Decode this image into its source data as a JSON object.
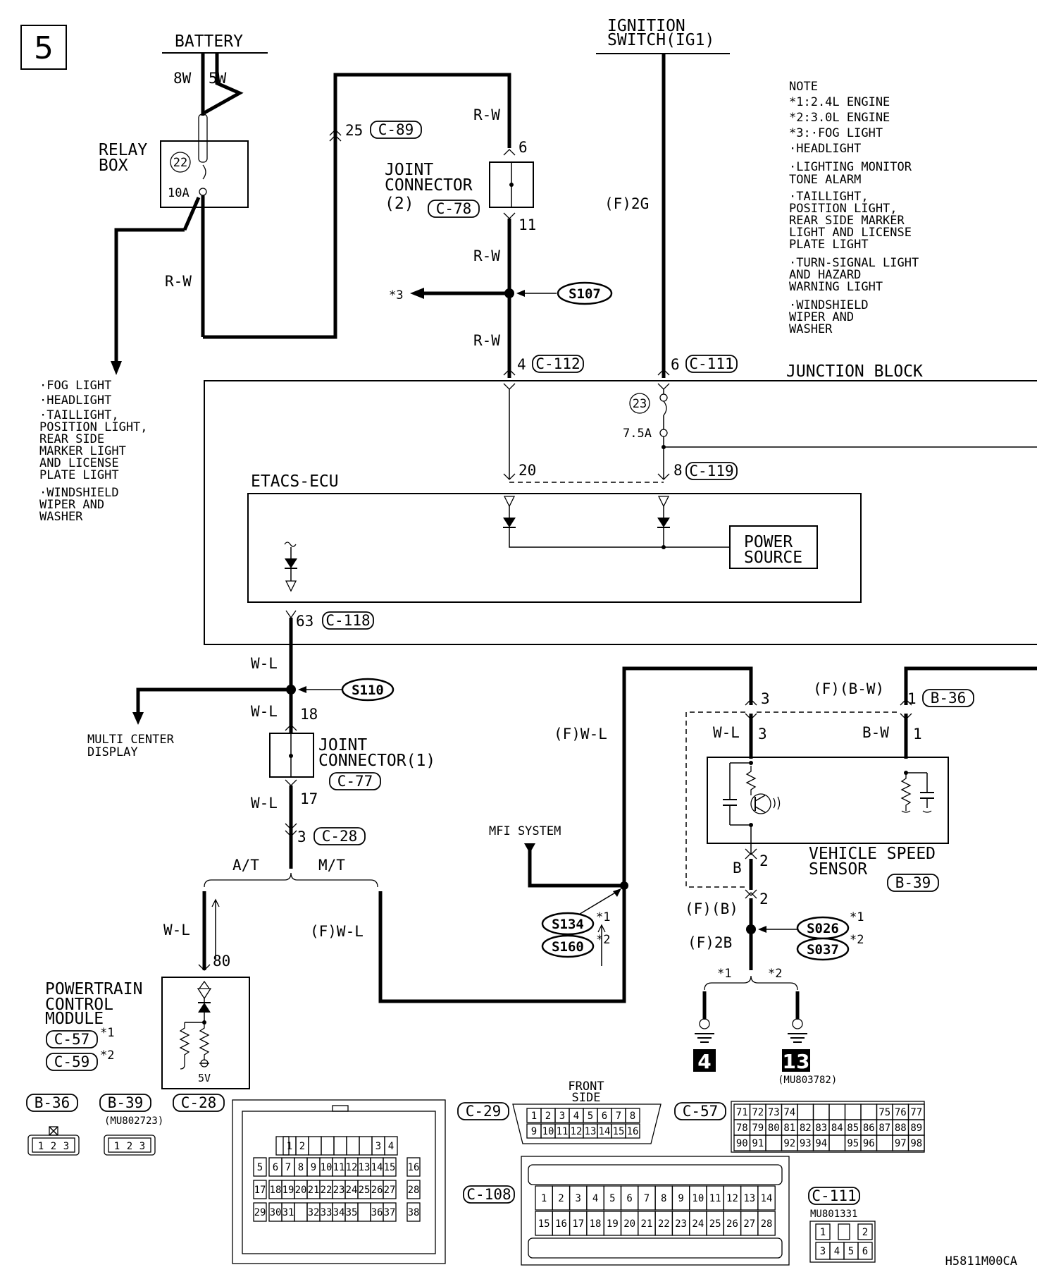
{
  "page_number": "5",
  "power": {
    "battery": "BATTERY",
    "ign_line1": "IGNITION",
    "ign_line2": "SWITCH(IG1)"
  },
  "relay_box": {
    "line1": "RELAY",
    "line2": "BOX",
    "fuse_no": "22",
    "fuse_rating": "10A",
    "wire_8w": "8W",
    "wire_5w": "5W",
    "out_wire": "R-W"
  },
  "left_notes": [
    "·FOG LIGHT",
    "·HEADLIGHT",
    "·TAILLIGHT,",
    " POSITION LIGHT,",
    " REAR SIDE",
    " MARKER LIGHT",
    " AND LICENSE",
    " PLATE LIGHT",
    "·WINDSHIELD",
    " WIPER AND",
    " WASHER"
  ],
  "note_block": [
    "NOTE",
    "*1:2.4L ENGINE",
    "*2:3.0L ENGINE",
    "*3:·FOG LIGHT",
    "   ·HEADLIGHT",
    "   ·LIGHTING MONITOR",
    "    TONE ALARM",
    "   ·TAILLIGHT,",
    "    POSITION LIGHT,",
    "    REAR SIDE MARKER",
    "    LIGHT AND LICENSE",
    "    PLATE LIGHT",
    "   ·TURN-SIGNAL LIGHT",
    "    AND HAZARD",
    "    WARNING LIGHT",
    "   ·WINDSHIELD",
    "    WIPER AND",
    "    WASHER"
  ],
  "joint2": {
    "line1": "JOINT",
    "line2": "CONNECTOR",
    "line3": "(2)",
    "ref": "C-78",
    "pin_top": "6",
    "pin_bottom": "11",
    "wire_top": "R-W",
    "wire_mid": "R-W",
    "wire_bottom": "R-W",
    "c89_pin": "25",
    "c89_ref": "C-89",
    "splice": "S107",
    "arrow_label": "*3"
  },
  "ign_wire": "(F)2G",
  "junction": {
    "title": "JUNCTION BLOCK",
    "pin_left": "4",
    "ref_left": "C-112",
    "pin_right": "6",
    "ref_right": "C-111",
    "fuse_no": "23",
    "fuse_rating": "7.5A"
  },
  "etacs": {
    "title": "ETACS-ECU",
    "pin20": "20",
    "pin8": "8",
    "ref119": "C-119",
    "power_line1": "POWER",
    "power_line2": "SOURCE",
    "pin63": "63",
    "ref118": "C-118"
  },
  "lower_left": {
    "wire1": "W-L",
    "splice": "S110",
    "wire2": "W-L",
    "pin18": "18",
    "mcd_line1": "MULTI CENTER",
    "mcd_line2": "DISPLAY",
    "joint1_line1": "JOINT",
    "joint1_line2": "CONNECTOR(1)",
    "joint1_ref": "C-77",
    "wire3": "W-L",
    "pin17": "17",
    "pin3": "3",
    "ref28": "C-28",
    "at": "A/T",
    "mt": "M/T",
    "wire4": "W-L",
    "pin80": "80",
    "wire_fwl": "(F)W-L"
  },
  "pcm": {
    "line1": "POWERTRAIN",
    "line2": "CONTROL",
    "line3": "MODULE",
    "ref57": "C-57",
    "ref59": "C-59",
    "note1": "*1",
    "note2": "*2",
    "v5": "5V"
  },
  "mfi": {
    "label": "MFI SYSTEM",
    "s134": "S134",
    "s160": "S160",
    "n1": "*1",
    "n2": "*2",
    "wire": "(F)W-L"
  },
  "vss": {
    "pin3_top": "3",
    "fbw": "(F)(B-W)",
    "pin1_top": "1",
    "ref_b36": "B-36",
    "wl": "W-L",
    "pin3": "3",
    "bw": "B-W",
    "pin1": "1",
    "line1": "VEHICLE SPEED",
    "line2": "SENSOR",
    "ref_b39": "B-39",
    "b": "B",
    "pin2": "2",
    "pin2b": "2",
    "fb": "(F)(B)",
    "f2b": "(F)2B",
    "s026": "S026",
    "s037": "S037",
    "n1": "*1",
    "n2": "*2",
    "g1": "*1",
    "g2": "*2",
    "ground4": "4",
    "ground13": "13",
    "ground13_pn": "(MU803782)"
  },
  "connectors": {
    "b36": "B-36",
    "b39": "B-39",
    "b39_pn": "(MU802723)",
    "c28": "C-28",
    "c29": "C-29",
    "c29_top1": "FRONT",
    "c29_top2": "SIDE",
    "c57": "C-57",
    "c108": "C-108",
    "c111": "C-111",
    "c111_pn": "MU801331",
    "c29_row1": [
      "1",
      "2",
      "3",
      "4",
      "5",
      "6",
      "7",
      "8"
    ],
    "c29_row2": [
      "9",
      "10",
      "11",
      "12",
      "13",
      "14",
      "15",
      "16"
    ],
    "c57_row1": [
      "71",
      "72",
      "73",
      "74",
      "",
      "",
      "",
      "",
      "",
      "75",
      "76",
      "77"
    ],
    "c57_row2": [
      "78",
      "79",
      "80",
      "81",
      "82",
      "83",
      "84",
      "85",
      "86",
      "87",
      "88",
      "89"
    ],
    "c57_row3": [
      "90",
      "91",
      "",
      "92",
      "93",
      "94",
      "",
      "95",
      "96",
      "",
      "97",
      "98"
    ],
    "c108_row1": [
      "1",
      "2",
      "3",
      "4",
      "5",
      "6",
      "7",
      "8",
      "9",
      "10",
      "11",
      "12",
      "13",
      "14"
    ],
    "c108_row2": [
      "15",
      "16",
      "17",
      "18",
      "19",
      "20",
      "21",
      "22",
      "23",
      "24",
      "25",
      "26",
      "27",
      "28"
    ],
    "c111_pins": [
      "1",
      "",
      "2",
      "3",
      "4",
      "5",
      "6"
    ],
    "pins3": [
      "1",
      "2",
      "3"
    ]
  },
  "footer_code": "H5811M00CA"
}
